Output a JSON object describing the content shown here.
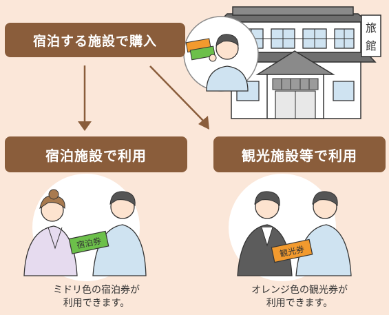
{
  "top_label": "宿泊する施設で購入",
  "left_label": "宿泊施設で利用",
  "right_label": "観光施設等で利用",
  "sign_text": [
    "旅",
    "館"
  ],
  "ticket_green_text": "宿泊券",
  "ticket_orange_text": "観光券",
  "caption_left": [
    "ミドリ色の宿泊券が",
    "利用できます。"
  ],
  "caption_right": [
    "オレンジ色の観光券が",
    "利用できます。"
  ],
  "colors": {
    "background": "#fbe7d9",
    "label_fill": "#8a5d3b",
    "arrow": "#8a5d3b",
    "ticket_green": "#6cc04a",
    "ticket_orange": "#f29a2e"
  }
}
